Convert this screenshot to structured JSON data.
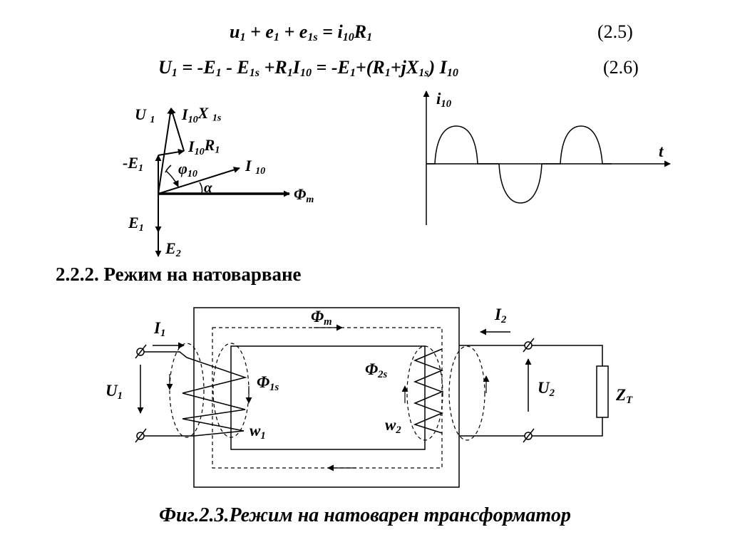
{
  "equations": [
    {
      "parts": [
        {
          "t": "u"
        },
        {
          "s": "1"
        },
        {
          "t": " + e"
        },
        {
          "s": "1"
        },
        {
          "t": " + e"
        },
        {
          "s": "1s"
        },
        {
          "t": " = i"
        },
        {
          "s": "10"
        },
        {
          "t": "R"
        },
        {
          "s": "1"
        }
      ],
      "number": "(2.5)"
    },
    {
      "parts": [
        {
          "t": "U"
        },
        {
          "s": "1"
        },
        {
          "t": " = -E"
        },
        {
          "s": "1"
        },
        {
          "t": " - E"
        },
        {
          "s": "1s"
        },
        {
          "t": " +R"
        },
        {
          "s": "1"
        },
        {
          "t": "I"
        },
        {
          "s": "10"
        },
        {
          "t": " = -E"
        },
        {
          "s": "1"
        },
        {
          "t": "+(R"
        },
        {
          "s": "1"
        },
        {
          "t": "+jX"
        },
        {
          "s": "1s"
        },
        {
          "t": ") I"
        },
        {
          "s": "10"
        }
      ],
      "number": "(2.6)"
    }
  ],
  "phasor_labels": {
    "u1": [
      {
        "t": "U "
      },
      {
        "s": "1"
      }
    ],
    "ix": [
      {
        "t": "I"
      },
      {
        "s": "10"
      },
      {
        "t": "X "
      },
      {
        "s": "1s"
      }
    ],
    "ir": [
      {
        "t": "I"
      },
      {
        "s": "10"
      },
      {
        "t": "R"
      },
      {
        "s": "1"
      }
    ],
    "me1": [
      {
        "t": "-E"
      },
      {
        "s": "1"
      }
    ],
    "phi10": [
      {
        "t": "φ"
      },
      {
        "s": "10"
      }
    ],
    "i10": [
      {
        "t": "I "
      },
      {
        "s": "10"
      }
    ],
    "alpha": [
      {
        "t": "α"
      }
    ],
    "phim": [
      {
        "t": "Φ"
      },
      {
        "s": "m"
      }
    ],
    "e1": [
      {
        "t": "E"
      },
      {
        "s": "1"
      }
    ],
    "e2": [
      {
        "t": "E"
      },
      {
        "s": "2"
      }
    ]
  },
  "waveform_labels": {
    "i10": [
      {
        "t": "i"
      },
      {
        "s": "10"
      }
    ],
    "t": [
      {
        "t": "t"
      }
    ]
  },
  "section_heading": "2.2.2. Режим на натоварване",
  "circuit_labels": {
    "phim": [
      {
        "t": "Φ"
      },
      {
        "s": "m"
      }
    ],
    "i1": [
      {
        "t": "I"
      },
      {
        "s": "1"
      }
    ],
    "i2": [
      {
        "t": "I"
      },
      {
        "s": "2"
      }
    ],
    "u1": [
      {
        "t": "U"
      },
      {
        "s": "1"
      }
    ],
    "u2": [
      {
        "t": "U"
      },
      {
        "s": "2"
      }
    ],
    "phi1s": [
      {
        "t": "Φ"
      },
      {
        "s": "1s"
      }
    ],
    "phi2s": [
      {
        "t": "Φ"
      },
      {
        "s": "2s"
      }
    ],
    "w1": [
      {
        "t": "w"
      },
      {
        "s": "1"
      }
    ],
    "w2": [
      {
        "t": "w"
      },
      {
        "s": "2"
      }
    ],
    "zt": [
      {
        "t": "Z"
      },
      {
        "s": "T"
      }
    ]
  },
  "caption": "Фиг.2.3.Режим на натоварен трансформатор"
}
